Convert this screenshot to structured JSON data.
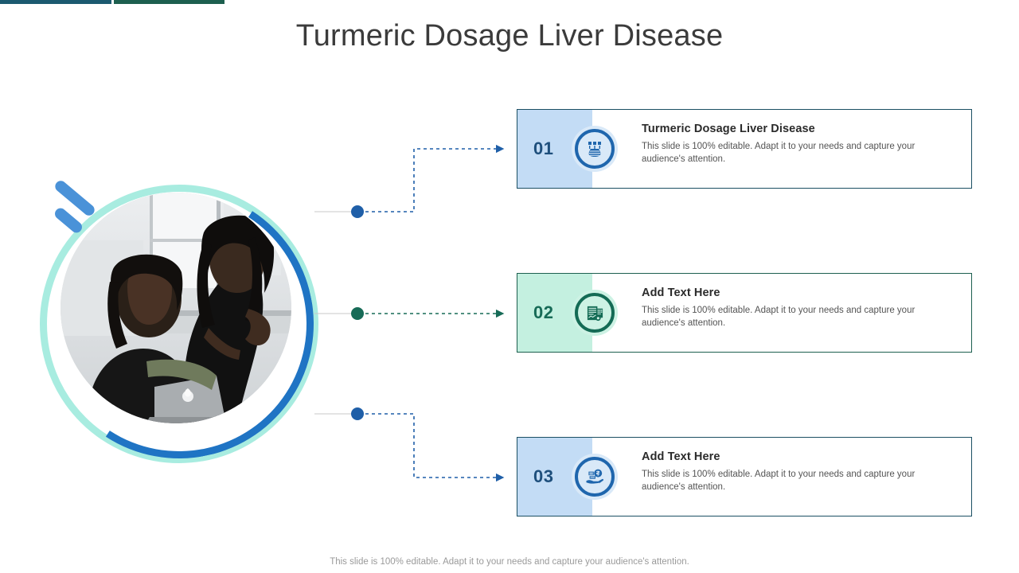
{
  "slide": {
    "title": "Turmeric Dosage Liver Disease",
    "footer_note": "This slide is 100% editable. Adapt it to your needs and capture your audience's attention."
  },
  "decor": {
    "topbar_left_color": "#1b5a70",
    "topbar_right_color": "#1d5f4f",
    "ring_mint_color": "#a8ece0",
    "ring_blue_color": "#1f74c4",
    "dash_color": "#4a92d8",
    "photo_alt": "Two women looking at a laptop in an office"
  },
  "connectors": [
    {
      "name": "connector-to-card-01",
      "color": "#1f5fa8",
      "style": "dotted-elbow-up"
    },
    {
      "name": "connector-to-card-02",
      "color": "#176b57",
      "style": "dotted-straight"
    },
    {
      "name": "connector-to-card-03",
      "color": "#1f5fa8",
      "style": "dotted-elbow-down"
    }
  ],
  "cards": [
    {
      "number": "01",
      "heading": "Turmeric Dosage Liver Disease",
      "body": "This slide is 100% editable. Adapt it to your needs and capture your audience's attention.",
      "accent_color": "#c3dcf5",
      "border_color": "#1b4f63",
      "number_color": "#1e4f7c",
      "icon_name": "lab-flask-icon",
      "icon_color": "#1f66ad"
    },
    {
      "number": "02",
      "heading": "Add Text Here",
      "body": "This slide is 100% editable. Adapt it to your needs and capture your audience's attention.",
      "accent_color": "#c4f0e0",
      "border_color": "#1d5f4f",
      "number_color": "#176b57",
      "icon_name": "report-document-icon",
      "icon_color": "#146b55"
    },
    {
      "number": "03",
      "heading": "Add Text Here",
      "body": "This slide is 100% editable. Adapt it to your needs and capture your audience's attention.",
      "accent_color": "#c3dcf5",
      "border_color": "#1b4f63",
      "number_color": "#1e4f7c",
      "icon_name": "hand-money-icon",
      "icon_color": "#1f66ad"
    }
  ]
}
